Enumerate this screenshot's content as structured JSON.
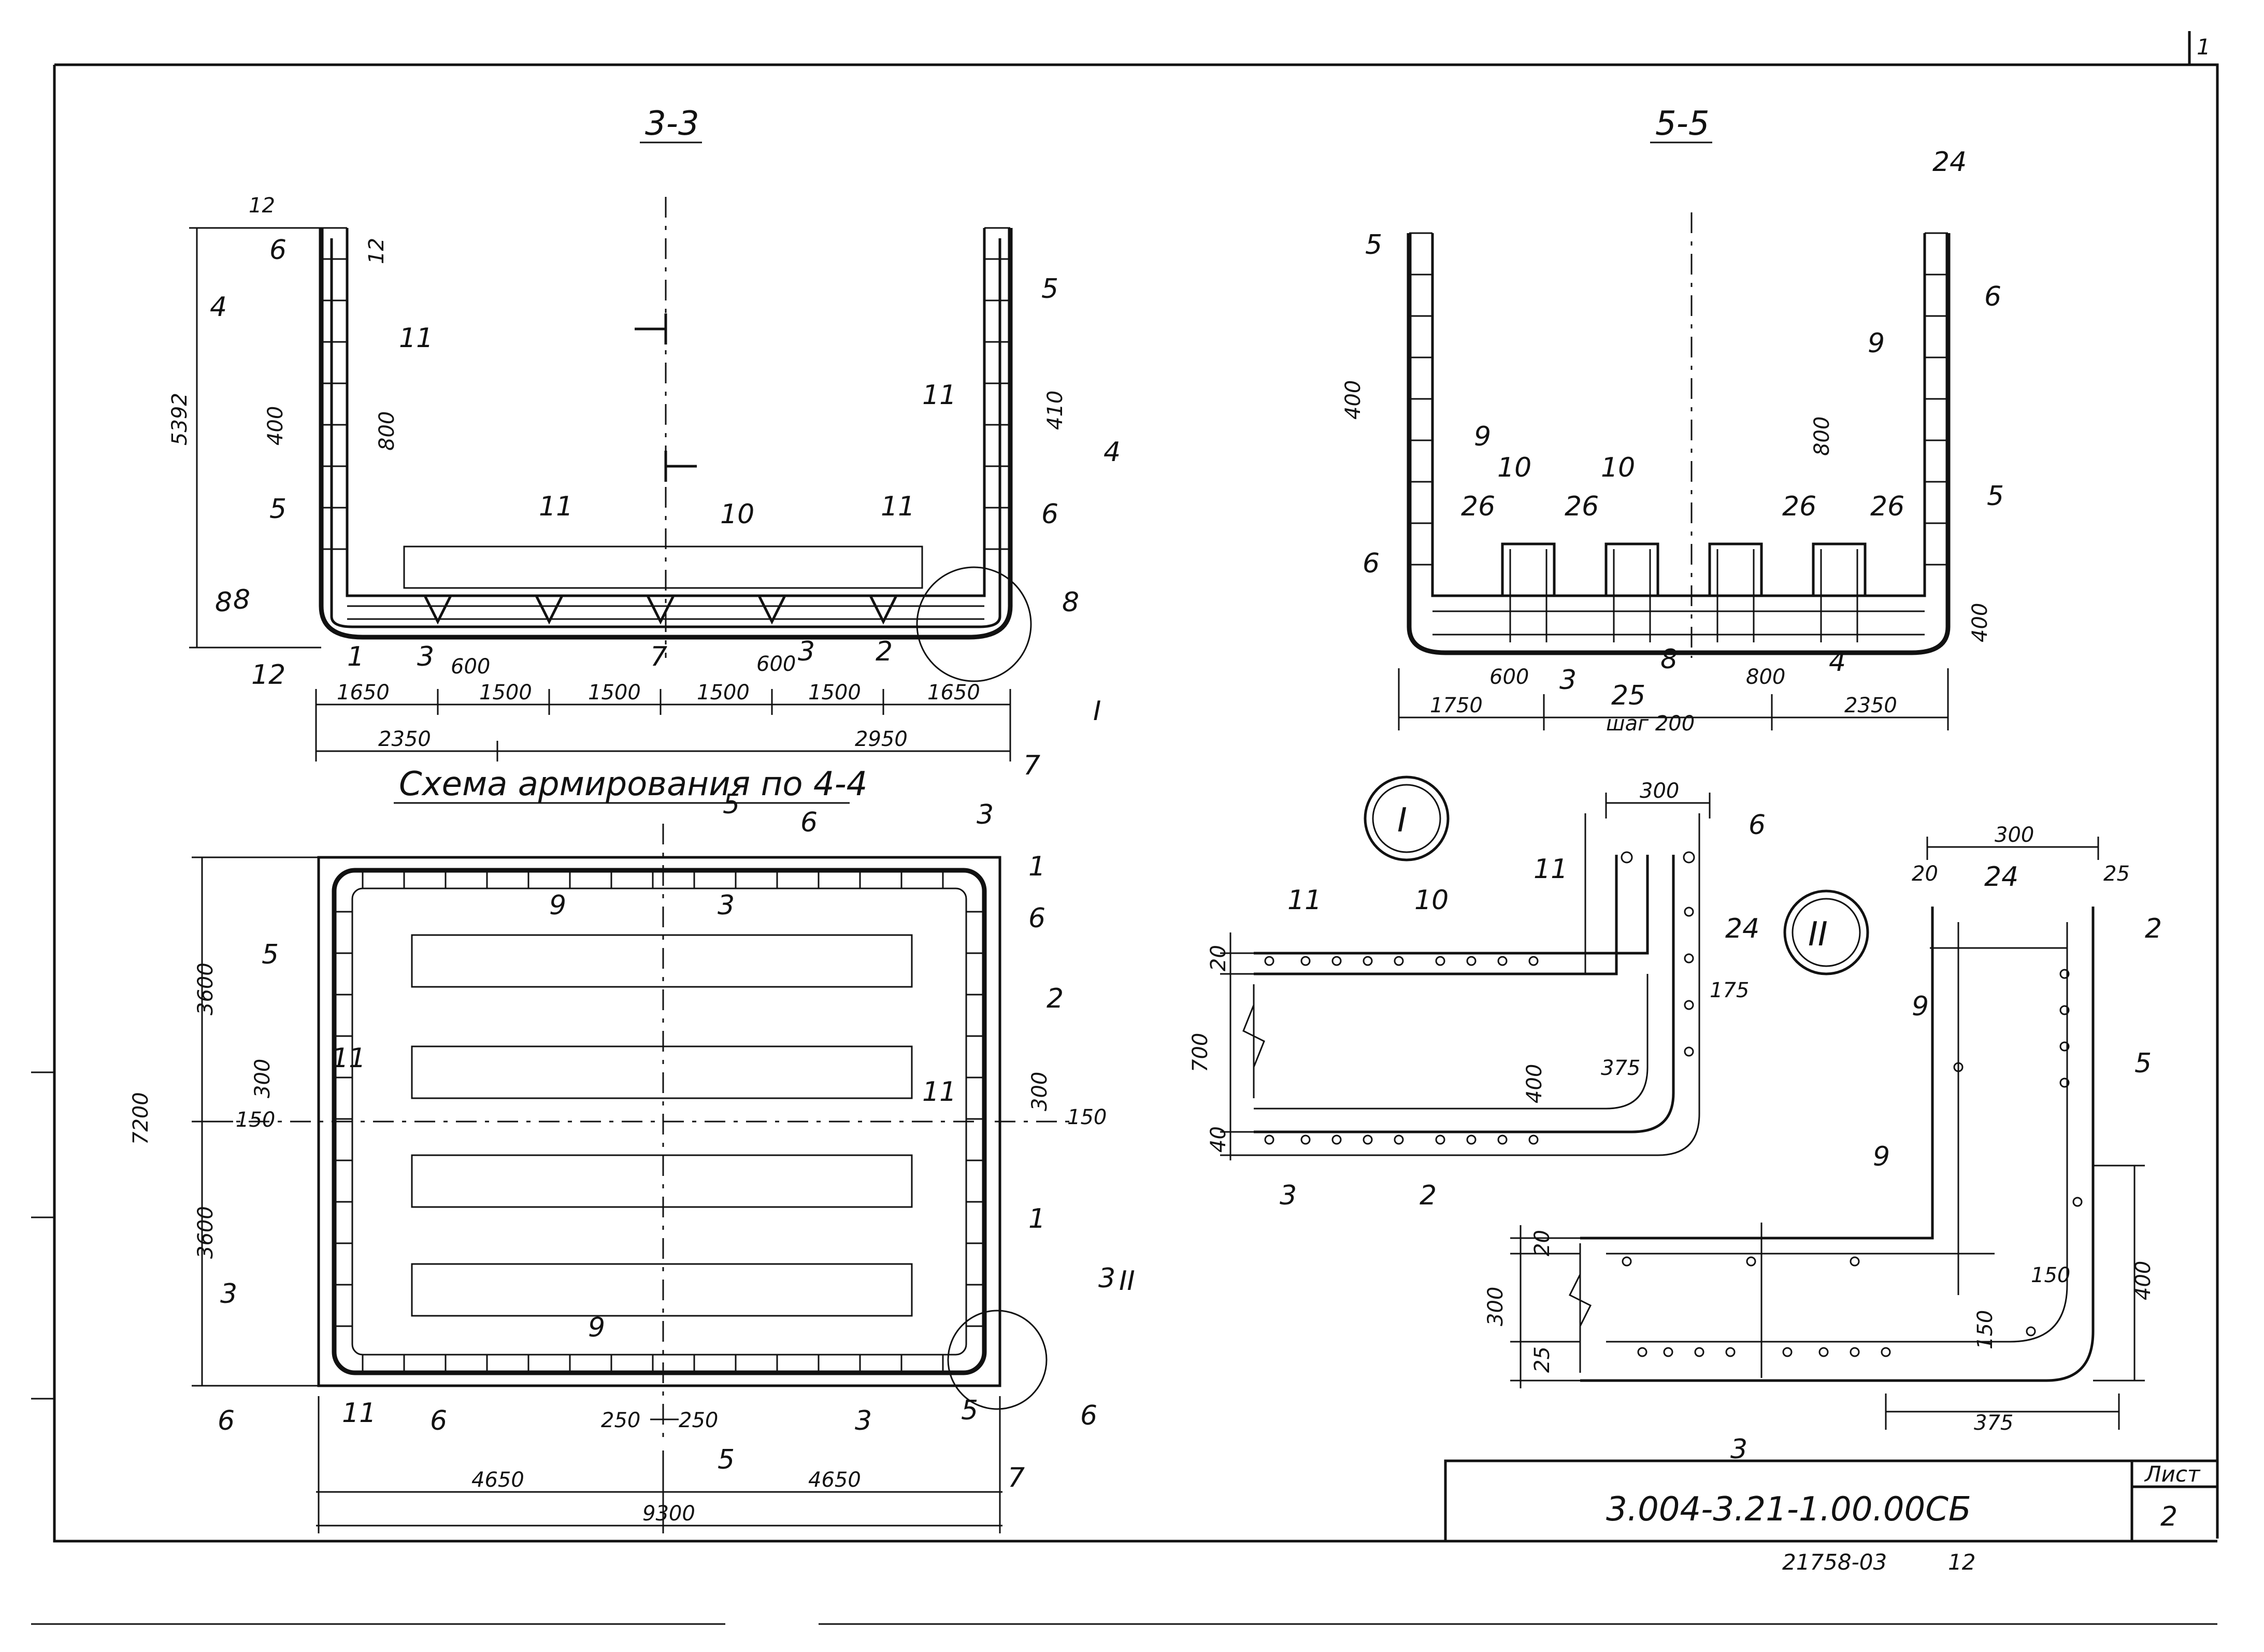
{
  "section_3_3": {
    "title": "3-3",
    "height_dim": "5392",
    "top_dims": [
      "12",
      "12"
    ],
    "rebar_spacing_dims": [
      "400",
      "800",
      "410"
    ],
    "bottom_dims_row1": [
      "1650",
      "1500",
      "1500",
      "1500",
      "1500",
      "1650"
    ],
    "bottom_dims_row2": [
      "2350",
      "2950"
    ],
    "offset_dims": [
      "600",
      "600"
    ],
    "callouts": [
      "6",
      "11",
      "5",
      "5",
      "11",
      "6",
      "11",
      "10",
      "11",
      "8",
      "12",
      "1",
      "3",
      "7",
      "3",
      "2",
      "I"
    ],
    "section_marks": [
      "4",
      "4",
      "8",
      "8"
    ]
  },
  "section_5_5": {
    "title": "5-5",
    "rebar_dims": [
      "400",
      "800",
      "400"
    ],
    "bottom_dims": [
      "600",
      "1750",
      "800",
      "2350"
    ],
    "step_note": "шаг 200",
    "callouts": [
      "24",
      "5",
      "6",
      "9",
      "9",
      "10",
      "10",
      "26",
      "26",
      "26",
      "26",
      "6",
      "5",
      "3",
      "8",
      "4",
      "25"
    ]
  },
  "plan_4_4": {
    "title": "Схема армирования по 4-4",
    "height_dims": [
      "7200",
      "3600",
      "3600"
    ],
    "side_dims": [
      "300",
      "150",
      "300",
      "150"
    ],
    "bottom_dims": [
      "250",
      "250",
      "4650",
      "4650",
      "9300"
    ],
    "callouts": [
      "3",
      "6",
      "1",
      "6",
      "9",
      "3",
      "5",
      "2",
      "11",
      "11",
      "1",
      "9",
      "11",
      "6",
      "3",
      "5",
      "II"
    ],
    "section_marks": [
      "5",
      "5",
      "7",
      "7",
      "3",
      "3",
      "6",
      "6"
    ]
  },
  "detail_I": {
    "label": "I",
    "dims": [
      "300",
      "20",
      "700",
      "40",
      "400",
      "175",
      "375"
    ],
    "callouts": [
      "11",
      "10",
      "11",
      "6",
      "24",
      "3",
      "2"
    ]
  },
  "detail_II": {
    "label": "II",
    "dims": [
      "300",
      "20",
      "25",
      "150",
      "150",
      "400",
      "20",
      "300",
      "25",
      "375"
    ],
    "callouts": [
      "24",
      "2",
      "9",
      "5",
      "9",
      "3"
    ]
  },
  "title_block": {
    "code": "3.004-3.21-1.00.00СБ",
    "sheet_label": "Лист",
    "sheet_number": "2",
    "corner_mark": "1"
  },
  "footer": {
    "archive_number": "21758-03",
    "page": "12"
  }
}
